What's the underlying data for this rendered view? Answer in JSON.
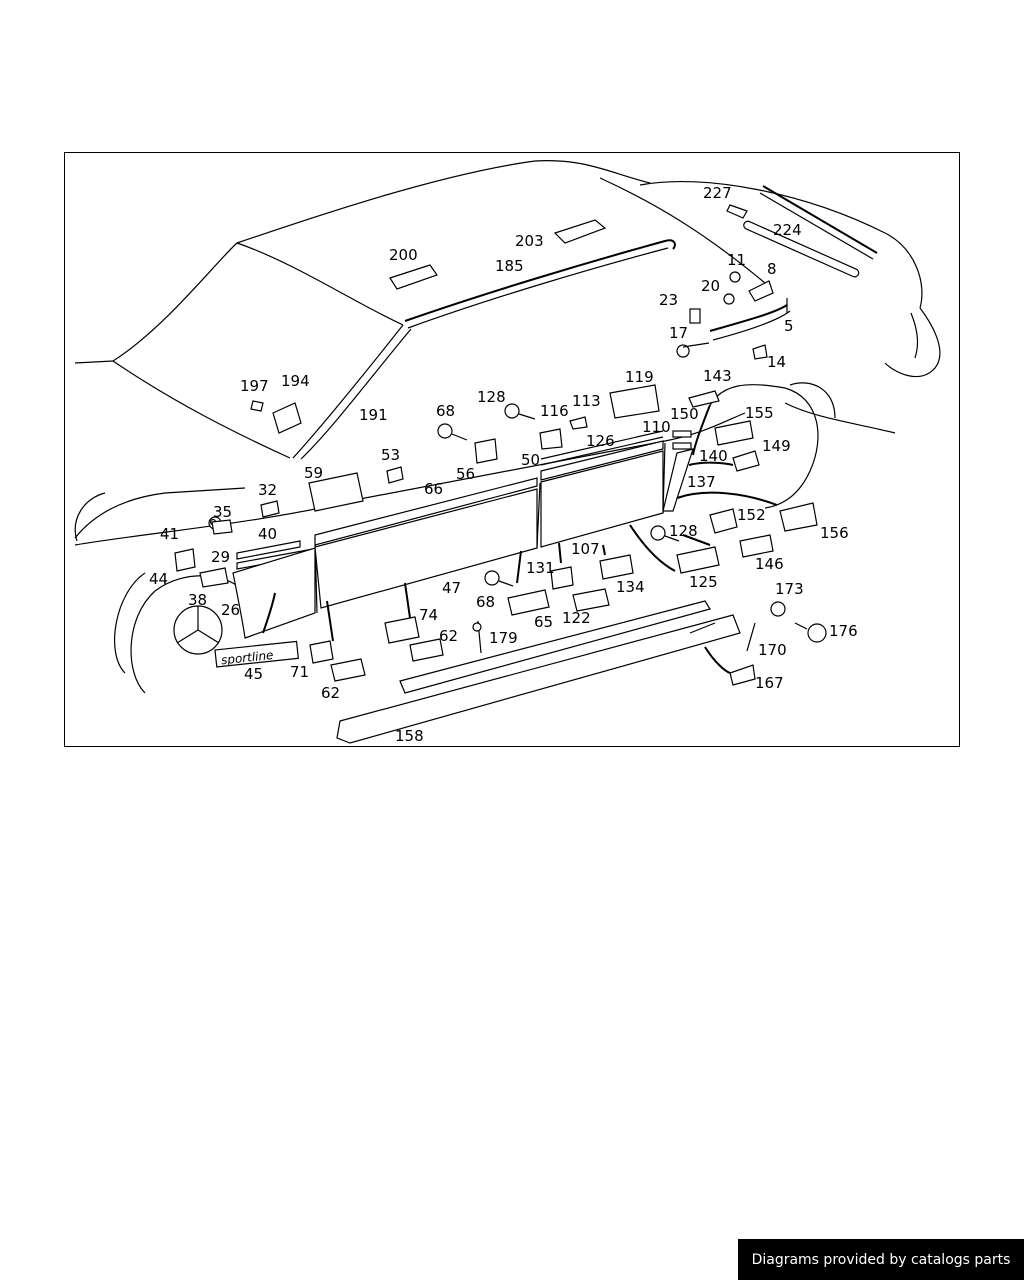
{
  "diagram": {
    "emblem_text": "sportline",
    "callouts": [
      {
        "id": "l227",
        "text": "227"
      },
      {
        "id": "l224",
        "text": "224"
      },
      {
        "id": "l203",
        "text": "203"
      },
      {
        "id": "l200",
        "text": "200"
      },
      {
        "id": "l185",
        "text": "185"
      },
      {
        "id": "l11",
        "text": "11"
      },
      {
        "id": "l8",
        "text": "8"
      },
      {
        "id": "l20",
        "text": "20"
      },
      {
        "id": "l23",
        "text": "23"
      },
      {
        "id": "l5",
        "text": "5"
      },
      {
        "id": "l17",
        "text": "17"
      },
      {
        "id": "l14",
        "text": "14"
      },
      {
        "id": "l197",
        "text": "197"
      },
      {
        "id": "l194",
        "text": "194"
      },
      {
        "id": "l191",
        "text": "191"
      },
      {
        "id": "l119",
        "text": "119"
      },
      {
        "id": "l143",
        "text": "143"
      },
      {
        "id": "l128a",
        "text": "128"
      },
      {
        "id": "l113",
        "text": "113"
      },
      {
        "id": "l68a",
        "text": "68"
      },
      {
        "id": "l116",
        "text": "116"
      },
      {
        "id": "l150",
        "text": "150"
      },
      {
        "id": "l155",
        "text": "155"
      },
      {
        "id": "l110",
        "text": "110"
      },
      {
        "id": "l126",
        "text": "126"
      },
      {
        "id": "l149",
        "text": "149"
      },
      {
        "id": "l53",
        "text": "53"
      },
      {
        "id": "l56",
        "text": "56"
      },
      {
        "id": "l50",
        "text": "50"
      },
      {
        "id": "l140",
        "text": "140"
      },
      {
        "id": "l59",
        "text": "59"
      },
      {
        "id": "l137",
        "text": "137"
      },
      {
        "id": "l32",
        "text": "32"
      },
      {
        "id": "l66",
        "text": "66"
      },
      {
        "id": "l35",
        "text": "35"
      },
      {
        "id": "l152",
        "text": "152"
      },
      {
        "id": "l41",
        "text": "41"
      },
      {
        "id": "l40",
        "text": "40"
      },
      {
        "id": "l128b",
        "text": "128"
      },
      {
        "id": "l156",
        "text": "156"
      },
      {
        "id": "l107",
        "text": "107"
      },
      {
        "id": "l29",
        "text": "29"
      },
      {
        "id": "l146",
        "text": "146"
      },
      {
        "id": "l131",
        "text": "131"
      },
      {
        "id": "l44",
        "text": "44"
      },
      {
        "id": "l125",
        "text": "125"
      },
      {
        "id": "l47",
        "text": "47"
      },
      {
        "id": "l134",
        "text": "134"
      },
      {
        "id": "l173",
        "text": "173"
      },
      {
        "id": "l38",
        "text": "38"
      },
      {
        "id": "l68b",
        "text": "68"
      },
      {
        "id": "l26",
        "text": "26"
      },
      {
        "id": "l74",
        "text": "74"
      },
      {
        "id": "l65",
        "text": "65"
      },
      {
        "id": "l122",
        "text": "122"
      },
      {
        "id": "l176",
        "text": "176"
      },
      {
        "id": "l62a",
        "text": "62"
      },
      {
        "id": "l179",
        "text": "179"
      },
      {
        "id": "l170",
        "text": "170"
      },
      {
        "id": "l45",
        "text": "45"
      },
      {
        "id": "l71",
        "text": "71"
      },
      {
        "id": "l167",
        "text": "167"
      },
      {
        "id": "l62b",
        "text": "62"
      },
      {
        "id": "l158",
        "text": "158"
      }
    ]
  },
  "footer": {
    "watermark": "Diagrams provided by catalogs parts"
  }
}
